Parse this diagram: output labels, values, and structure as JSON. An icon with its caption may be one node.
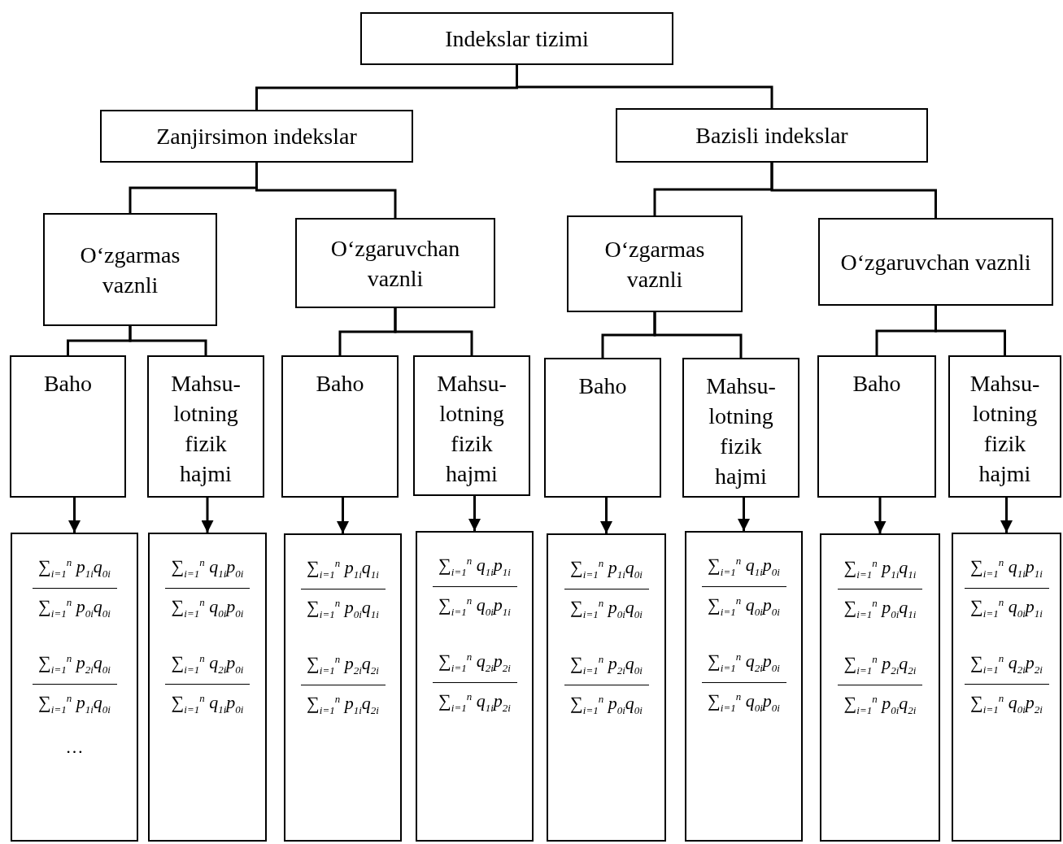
{
  "diagram": {
    "nodes": [
      {
        "text": [
          "Indekslar tizimi"
        ]
      },
      {
        "text": [
          "Zanjirsimon indekslar"
        ]
      },
      {
        "text": [
          "Bazisli indekslar"
        ]
      },
      {
        "text": [
          "O‘zgarmas vaznli"
        ]
      },
      {
        "text": [
          "O‘zgaruvchan vaznli"
        ]
      },
      {
        "text": [
          "O‘zgarmas vaznli"
        ]
      },
      {
        "text": [
          "O‘zgaruvchan vaznli"
        ]
      },
      {
        "text": [
          "Baho"
        ]
      },
      {
        "text": [
          "Mahsu- lotning fizik hajmi"
        ]
      },
      {
        "text": [
          "Baho"
        ]
      },
      {
        "text": [
          "Mahsu- lotning fizik hajmi"
        ]
      },
      {
        "text": [
          "Baho"
        ]
      },
      {
        "text": [
          "Mahsu- lotning fizik hajmi"
        ]
      },
      {
        "text": [
          "Baho"
        ]
      },
      {
        "text": [
          "Mahsu- lotning fizik hajmi"
        ]
      },
      {
        "text": [
          "∑$_{i=1}$$^{n}$ p$_{1i}$q$_{0i}$",
          "∑$_{i=1}$$^{n}$ p$_{0i}$q$_{0i}$",
          "∑$_{i=1}$$^{n}$ p$_{2i}$q$_{0i}$",
          "∑$_{i=1}$$^{n}$ p$_{1i}$q$_{0i}$",
          "…"
        ]
      },
      {
        "text": [
          "∑$_{i=1}$$^{n}$ q$_{1i}$p$_{0i}$",
          "∑$_{i=1}$$^{n}$ q$_{0i}$p$_{0i}$",
          "∑$_{i=1}$$^{n}$ q$_{2i}$p$_{0i}$",
          "∑$_{i=1}$$^{n}$ q$_{1i}$p$_{0i}$"
        ]
      },
      {
        "text": [
          "∑$_{i=1}$$^{n}$ p$_{1i}$q$_{1i}$",
          "∑$_{i=1}$$^{n}$ p$_{0i}$q$_{1i}$",
          "∑$_{i=1}$$^{n}$ p$_{2i}$q$_{2i}$",
          "∑$_{i=1}$$^{n}$ p$_{1i}$q$_{2i}$"
        ]
      },
      {
        "text": [
          "∑$_{i=1}$$^{n}$ q$_{1i}$p$_{1i}$",
          "∑$_{i=1}$$^{n}$ q$_{0i}$p$_{1i}$",
          "∑$_{i=1}$$^{n}$ q$_{2i}$p$_{2i}$",
          "∑$_{i=1}$$^{n}$ q$_{1i}$p$_{2i}$"
        ]
      },
      {
        "text": [
          "∑$_{i=1}$$^{n}$ p$_{1i}$q$_{0i}$",
          "∑$_{i=1}$$^{n}$ p$_{0i}$q$_{0i}$",
          "∑$_{i=1}$$^{n}$ p$_{2i}$q$_{0i}$",
          "∑$_{i=1}$$^{n}$ p$_{0i}$q$_{0i}$"
        ]
      },
      {
        "text": [
          "∑$_{i=1}$$^{n}$ q$_{1i}$p$_{0i}$",
          "∑$_{i=1}$$^{n}$ q$_{0i}$p$_{0i}$",
          "∑$_{i=1}$$^{n}$ q$_{2i}$p$_{0i}$",
          "∑$_{i=1}$$^{n}$ q$_{0i}$p$_{0i}$"
        ]
      },
      {
        "text": [
          "∑$_{i=1}$$^{n}$ p$_{1i}$q$_{1i}$",
          "∑$_{i=1}$$^{n}$ p$_{0i}$q$_{1i}$",
          "∑$_{i=1}$$^{n}$ p$_{2i}$q$_{2i}$",
          "∑$_{i=1}$$^{n}$ p$_{0i}$q$_{2i}$"
        ]
      },
      {
        "text": [
          "∑$_{i=1}$$^{n}$ q$_{1i}$p$_{1i}$",
          "∑$_{i=1}$$^{n}$ q$_{0i}$p$_{1i}$",
          "∑$_{i=1}$$^{n}$ q$_{2i}$p$_{2i}$",
          "∑$_{i=1}$$^{n}$ q$_{0i}$p$_{2i}$"
        ]
      }
    ],
    "edges": [
      {
        "from": 0,
        "to": 1,
        "arrow": "none"
      },
      {
        "from": 0,
        "to": 2,
        "arrow": "none"
      },
      {
        "from": 1,
        "to": 3,
        "arrow": "none"
      },
      {
        "from": 1,
        "to": 4,
        "arrow": "none"
      },
      {
        "from": 2,
        "to": 5,
        "arrow": "none"
      },
      {
        "from": 2,
        "to": 6,
        "arrow": "none"
      },
      {
        "from": 3,
        "to": 7,
        "arrow": "none"
      },
      {
        "from": 3,
        "to": 8,
        "arrow": "none"
      },
      {
        "from": 4,
        "to": 9,
        "arrow": "none"
      },
      {
        "from": 4,
        "to": 10,
        "arrow": "none"
      },
      {
        "from": 5,
        "to": 11,
        "arrow": "none"
      },
      {
        "from": 5,
        "to": 12,
        "arrow": "none"
      },
      {
        "from": 6,
        "to": 13,
        "arrow": "none"
      },
      {
        "from": 6,
        "to": 14,
        "arrow": "none"
      },
      {
        "from": 7,
        "to": 15,
        "arrow": "to"
      },
      {
        "from": 8,
        "to": 16,
        "arrow": "to"
      },
      {
        "from": 9,
        "to": 17,
        "arrow": "to"
      },
      {
        "from": 10,
        "to": 18,
        "arrow": "to"
      },
      {
        "from": 11,
        "to": 19,
        "arrow": "to"
      },
      {
        "from": 12,
        "to": 20,
        "arrow": "to"
      },
      {
        "from": 13,
        "to": 21,
        "arrow": "to"
      },
      {
        "from": 14,
        "to": 22,
        "arrow": "to"
      }
    ]
  }
}
